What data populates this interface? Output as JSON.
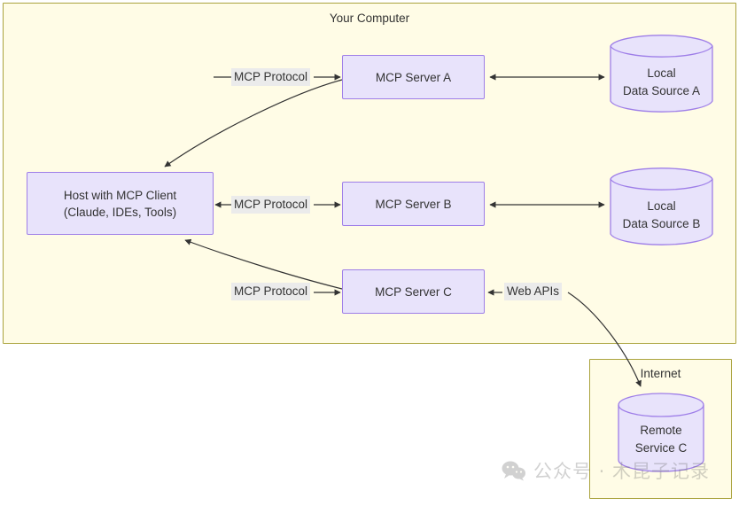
{
  "diagram": {
    "groups": [
      {
        "id": "computer",
        "title": "Your Computer"
      },
      {
        "id": "internet",
        "title": "Internet"
      }
    ],
    "nodes": [
      {
        "id": "host",
        "line1": "Host with MCP Client",
        "line2": "(Claude, IDEs, Tools)",
        "shape": "rect"
      },
      {
        "id": "server_a",
        "line1": "MCP Server A",
        "line2": "",
        "shape": "rect"
      },
      {
        "id": "server_b",
        "line1": "MCP Server B",
        "line2": "",
        "shape": "rect"
      },
      {
        "id": "server_c",
        "line1": "MCP Server C",
        "line2": "",
        "shape": "rect"
      },
      {
        "id": "data_a",
        "line1": "Local",
        "line2": "Data Source A",
        "shape": "cylinder"
      },
      {
        "id": "data_b",
        "line1": "Local",
        "line2": "Data Source B",
        "shape": "cylinder"
      },
      {
        "id": "remote_c",
        "line1": "Remote",
        "line2": "Service C",
        "shape": "cylinder"
      }
    ],
    "edge_labels": [
      {
        "id": "proto_a",
        "text": "MCP Protocol"
      },
      {
        "id": "proto_b",
        "text": "MCP Protocol"
      },
      {
        "id": "proto_c",
        "text": "MCP Protocol"
      },
      {
        "id": "web_apis",
        "text": "Web APIs"
      }
    ]
  },
  "watermark": {
    "icon": "wechat-icon",
    "text": "公众号 · 木昆子记录"
  },
  "colors": {
    "group_fill": "#fffce6",
    "group_border": "#aaa33d",
    "node_fill": "#e8e3fb",
    "node_border": "#9e7ee8",
    "label_chip": "#ebebeb",
    "edge_stroke": "#333333",
    "text": "#333333",
    "page_bg": "#ffffff"
  }
}
